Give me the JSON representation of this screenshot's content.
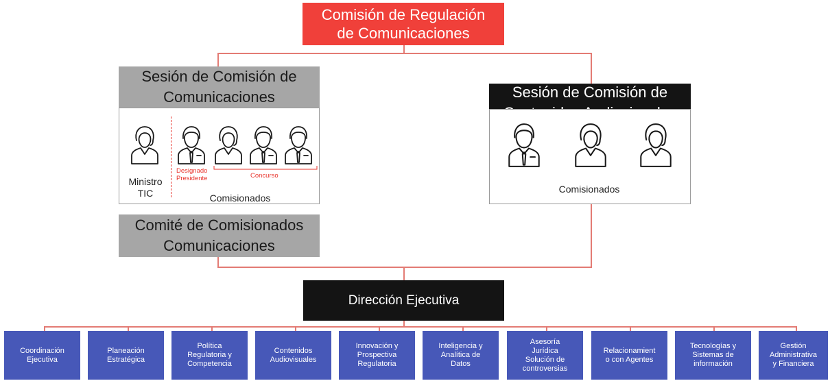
{
  "top": {
    "title": "Comisión de Regulación\nde Comunicaciones"
  },
  "left": {
    "header": "Sesión de Comisión de\nComunicaciones",
    "ministro": "Ministro\nTIC",
    "designado": "Designado\nPresidente",
    "concurso": "Concurso",
    "comisionados": "Comisionados"
  },
  "right": {
    "header": "Sesión de Comisión  de\nContenidos Audiovisuales",
    "comisionados": "Comisionados"
  },
  "comite": {
    "title": "Comité de Comisionados\nComunicaciones"
  },
  "direccion": {
    "title": "Dirección Ejecutiva"
  },
  "departments": [
    "Coordinación\nEjecutiva",
    "Planeación\nEstratégica",
    "Política\nRegulatoria y\nCompetencia",
    "Contenidos\nAudiovisuales",
    "Innovación y\nProspectiva\nRegulatoria",
    "Inteligencia y\nAnalítica de\nDatos",
    "Asesoría\nJurídica\nSolución de\ncontroversias",
    "Relacionamient\no con Agentes",
    "Tecnologías y\nSistemas de\ninformación",
    "Gestión\nAdministrativa\ny Financiera"
  ],
  "colors": {
    "red": "#f0403a",
    "gray": "#a6a6a6",
    "black": "#141414",
    "blue": "#4758b8",
    "connector": "#e37b74"
  }
}
